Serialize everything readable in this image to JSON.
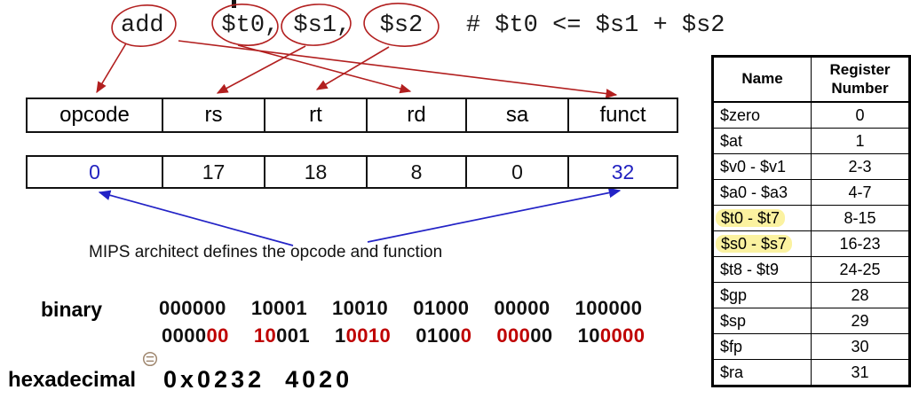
{
  "instruction": {
    "text": "add    $t0, $s1,  $s2   # $t0 <= $s1 + $s2",
    "circled_tokens": [
      "add",
      "$t0",
      "$s1",
      "$s2"
    ]
  },
  "encoding": {
    "fields": [
      "opcode",
      "rs",
      "rt",
      "rd",
      "sa",
      "funct"
    ],
    "values": [
      {
        "text": "0",
        "color": "blue"
      },
      {
        "text": "17",
        "color": "black"
      },
      {
        "text": "18",
        "color": "black"
      },
      {
        "text": "8",
        "color": "black"
      },
      {
        "text": "0",
        "color": "black"
      },
      {
        "text": "32",
        "color": "blue"
      }
    ]
  },
  "caption": "MIPS architect defines the opcode and function",
  "binary": {
    "label": "binary",
    "row1": [
      "000000",
      "10001",
      "10010",
      "01000",
      "00000",
      "100000"
    ],
    "row2": [
      [
        [
          "0000",
          "black"
        ],
        [
          "00",
          "red"
        ]
      ],
      [
        [
          "10",
          "red"
        ],
        [
          "001",
          "black"
        ]
      ],
      [
        [
          "1",
          "black"
        ],
        [
          "0010",
          "red"
        ]
      ],
      [
        [
          "0100",
          "black"
        ],
        [
          "0",
          "red"
        ]
      ],
      [
        [
          "000",
          "red"
        ],
        [
          "00",
          "black"
        ]
      ],
      [
        [
          "10",
          "black"
        ],
        [
          "0000",
          "red"
        ]
      ]
    ]
  },
  "hex": {
    "label": "hexadecimal",
    "value": "0x0232  4020",
    "equals_icon": "circled-equals-icon"
  },
  "register_table": {
    "headers": [
      "Name",
      "Register Number"
    ],
    "rows": [
      {
        "name": "$zero",
        "number": "0",
        "highlight": false
      },
      {
        "name": "$at",
        "number": "1",
        "highlight": false
      },
      {
        "name": "$v0 - $v1",
        "number": "2-3",
        "highlight": false
      },
      {
        "name": "$a0 - $a3",
        "number": "4-7",
        "highlight": false
      },
      {
        "name": "$t0 - $t7",
        "number": "8-15",
        "highlight": true
      },
      {
        "name": "$s0 - $s7",
        "number": "16-23",
        "highlight": true
      },
      {
        "name": "$t8 - $t9",
        "number": "24-25",
        "highlight": false
      },
      {
        "name": "$gp",
        "number": "28",
        "highlight": false
      },
      {
        "name": "$sp",
        "number": "29",
        "highlight": false
      },
      {
        "name": "$fp",
        "number": "30",
        "highlight": false
      },
      {
        "name": "$ra",
        "number": "31",
        "highlight": false
      }
    ]
  },
  "colors": {
    "annotation_red": "#b21f1f",
    "binary_red": "#bf0000",
    "annotation_blue": "#2323c6",
    "value_blue": "#2222c0",
    "highlight_yellow": "#fbf2a0",
    "equals_icon_brown": "#a08870"
  }
}
